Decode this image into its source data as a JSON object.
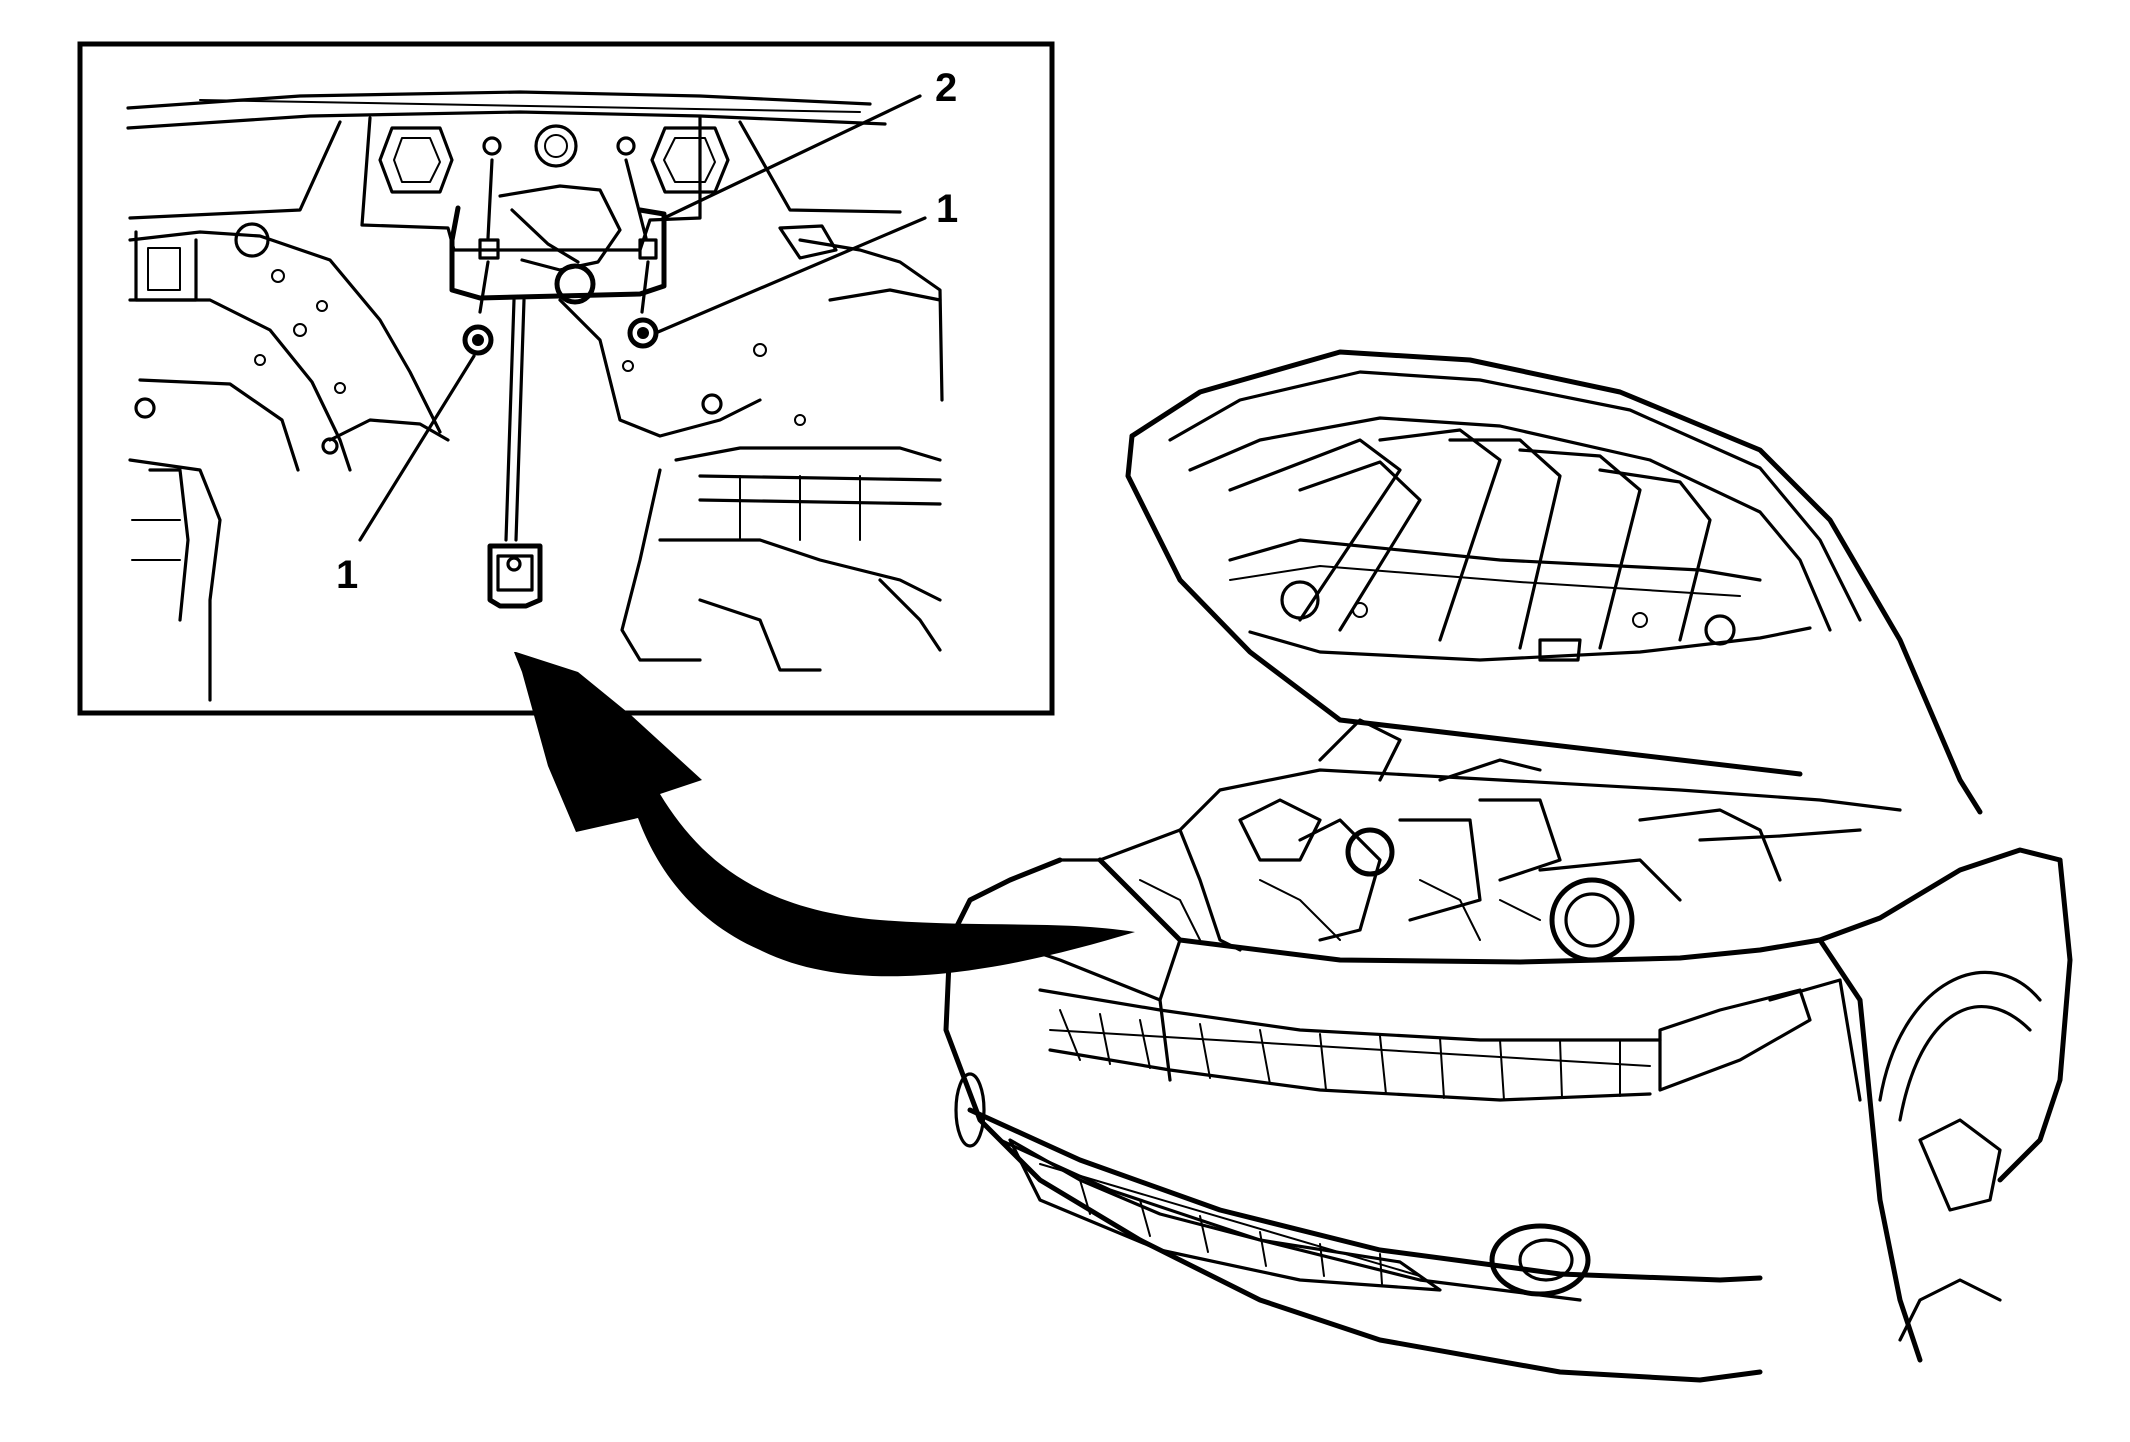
{
  "callouts": {
    "label_1_right": "1",
    "label_1_left": "1",
    "label_2": "2"
  },
  "colors": {
    "line": "#000000",
    "background": "#ffffff"
  },
  "icons": {
    "arrow": "curved-arrow-icon"
  }
}
